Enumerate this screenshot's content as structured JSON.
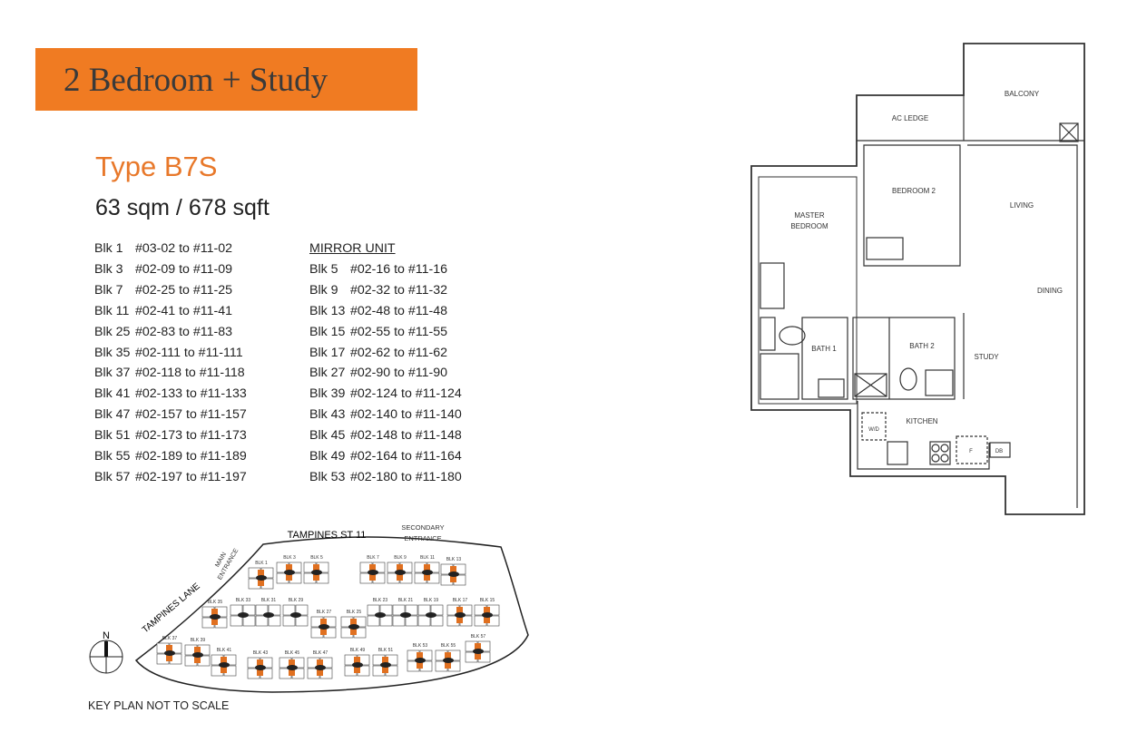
{
  "header": {
    "title": "2 Bedroom + Study"
  },
  "unit": {
    "type": "Type B7S",
    "size": "63 sqm / 678 sqft"
  },
  "units": [
    {
      "blk": "Blk 1",
      "range": "#03-02 to #11-02"
    },
    {
      "blk": "Blk 3",
      "range": "#02-09 to #11-09"
    },
    {
      "blk": "Blk 7",
      "range": "#02-25 to #11-25"
    },
    {
      "blk": "Blk 11",
      "range": "#02-41 to #11-41"
    },
    {
      "blk": "Blk 25",
      "range": "#02-83 to #11-83"
    },
    {
      "blk": "Blk 35",
      "range": "#02-111 to #11-111"
    },
    {
      "blk": "Blk 37",
      "range": "#02-118 to #11-118"
    },
    {
      "blk": "Blk 41",
      "range": "#02-133 to #11-133"
    },
    {
      "blk": "Blk 47",
      "range": "#02-157 to #11-157"
    },
    {
      "blk": "Blk 51",
      "range": "#02-173 to #11-173"
    },
    {
      "blk": "Blk 55",
      "range": "#02-189 to #11-189"
    },
    {
      "blk": "Blk 57",
      "range": "#02-197 to #11-197"
    }
  ],
  "mirror": {
    "heading": "MIRROR UNIT",
    "units": [
      {
        "blk": "Blk 5",
        "range": "#02-16 to #11-16"
      },
      {
        "blk": "Blk 9",
        "range": "#02-32 to #11-32"
      },
      {
        "blk": "Blk 13",
        "range": "#02-48 to #11-48"
      },
      {
        "blk": "Blk 15",
        "range": "#02-55 to #11-55"
      },
      {
        "blk": "Blk 17",
        "range": "#02-62 to #11-62"
      },
      {
        "blk": "Blk 27",
        "range": "#02-90 to #11-90"
      },
      {
        "blk": "Blk 39",
        "range": "#02-124 to #11-124"
      },
      {
        "blk": "Blk 43",
        "range": "#02-140 to #11-140"
      },
      {
        "blk": "Blk 45",
        "range": "#02-148 to #11-148"
      },
      {
        "blk": "Blk 49",
        "range": "#02-164 to #11-164"
      },
      {
        "blk": "Blk 53",
        "range": "#02-180 to #11-180"
      }
    ]
  },
  "floorplan": {
    "rooms": {
      "balcony": "BALCONY",
      "ac_ledge": "AC LEDGE",
      "bedroom2": "BEDROOM 2",
      "living": "LIVING",
      "master1": "MASTER",
      "master2": "BEDROOM",
      "dining": "DINING",
      "bath1": "BATH 1",
      "bath2": "BATH 2",
      "study": "STUDY",
      "kitchen": "KITCHEN",
      "wd": "W/D",
      "fridge": "F",
      "db": "DB"
    }
  },
  "keyplan": {
    "road_top": "TAMPINES ST 11",
    "road_left": "TAMPINES LANE",
    "main_entrance": [
      "MAIN",
      "ENTRANCE"
    ],
    "secondary_entrance": [
      "SECONDARY",
      "ENTRANCE"
    ],
    "north": "N",
    "note": "KEY PLAN NOT TO SCALE",
    "highlight_color": "#e07020",
    "blocks": [
      "BLK 1",
      "BLK 3",
      "BLK 5",
      "BLK 7",
      "BLK 9",
      "BLK 11",
      "BLK 13",
      "BLK 35",
      "BLK 33",
      "BLK 31",
      "BLK 29",
      "BLK 27",
      "BLK 25",
      "BLK 23",
      "BLK 21",
      "BLK 19",
      "BLK 17",
      "BLK 15",
      "BLK 37",
      "BLK 39",
      "BLK 41",
      "BLK 43",
      "BLK 45",
      "BLK 47",
      "BLK 49",
      "BLK 51",
      "BLK 53",
      "BLK 55",
      "BLK 57"
    ]
  },
  "colors": {
    "accent": "#f07b22",
    "type_text": "#e8782a"
  }
}
